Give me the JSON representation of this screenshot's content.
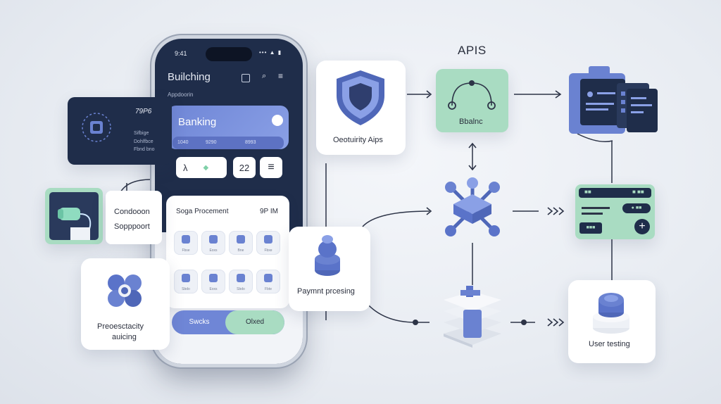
{
  "heading": "APIS",
  "phone": {
    "time": "9:41",
    "status_icons": "••• ▲ ▮",
    "title": "Builching",
    "subtitle": "Appdoorin",
    "banking_label": "Banking",
    "strip": [
      "1040",
      "9290",
      "8993"
    ],
    "tools": [
      "λ",
      "◆",
      "22",
      "≡"
    ],
    "panel_title": "Soga Procement",
    "panel_time": "9P IM",
    "grid_labels": [
      "Fbse",
      "Eoxs",
      "Bne",
      "Fbxe",
      "Sbdo",
      "Eoxs",
      "Sbdo",
      "Fbte"
    ],
    "btn_left": "Swcks",
    "btn_right": "Olxed"
  },
  "dark_card": {
    "code": "79P6",
    "line1": "Sifbige",
    "line2": "Dohlfbce",
    "line3": "Fbnd bno"
  },
  "support_card": {
    "line1": "Condooon",
    "line2": "Sopppoort"
  },
  "left_bottom_card": {
    "line1": "Preoesctacity",
    "line2": "auicing"
  },
  "security_card": {
    "label": "Oeotuirity Aips"
  },
  "payment_card": {
    "label": "Paymnt prcesing"
  },
  "api_card": {
    "label": "Bbalnc"
  },
  "green_panel": {
    "top1": "■■",
    "top2": "■ ■■",
    "mid": "● ■■",
    "btn": "■■■",
    "plus": "+"
  },
  "user_testing_card": {
    "label": "User testing"
  },
  "colors": {
    "accent": "#6a82d1",
    "dark": "#1f2d4a",
    "mint": "#a9dcc2"
  }
}
